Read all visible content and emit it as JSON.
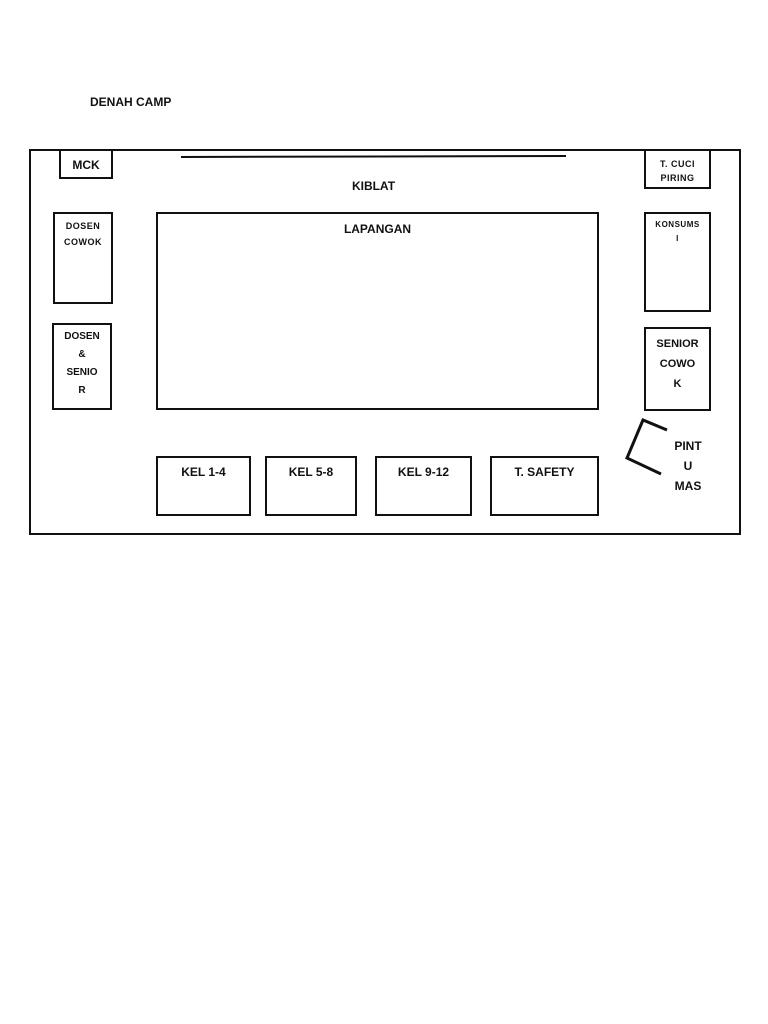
{
  "title": "DENAH CAMP",
  "rooms": {
    "mck": "MCK",
    "kiblat": "KIBLAT",
    "t_cuci_line1": "T. CUCI",
    "t_cuci_line2": "PIRING",
    "dosen_cowok_line1": "DOSEN",
    "dosen_cowok_line2": "COWOK",
    "lapangan": "LAPANGAN",
    "konsumsi_line1": "KONSUMS",
    "konsumsi_line2": "I",
    "dosen_senior_line1": "DOSEN",
    "dosen_senior_line2": "&",
    "dosen_senior_line3": "SENIO",
    "dosen_senior_line4": "R",
    "senior_cowok_line1": "SENIOR",
    "senior_cowok_line2": "COWO",
    "senior_cowok_line3": "K",
    "kel_1_4": "KEL 1-4",
    "kel_5_8": "KEL 5-8",
    "kel_9_12": "KEL 9-12",
    "t_safety": "T. SAFETY",
    "pintu_line1": "PINT",
    "pintu_line2": "U",
    "pintu_line3": "MAS"
  }
}
